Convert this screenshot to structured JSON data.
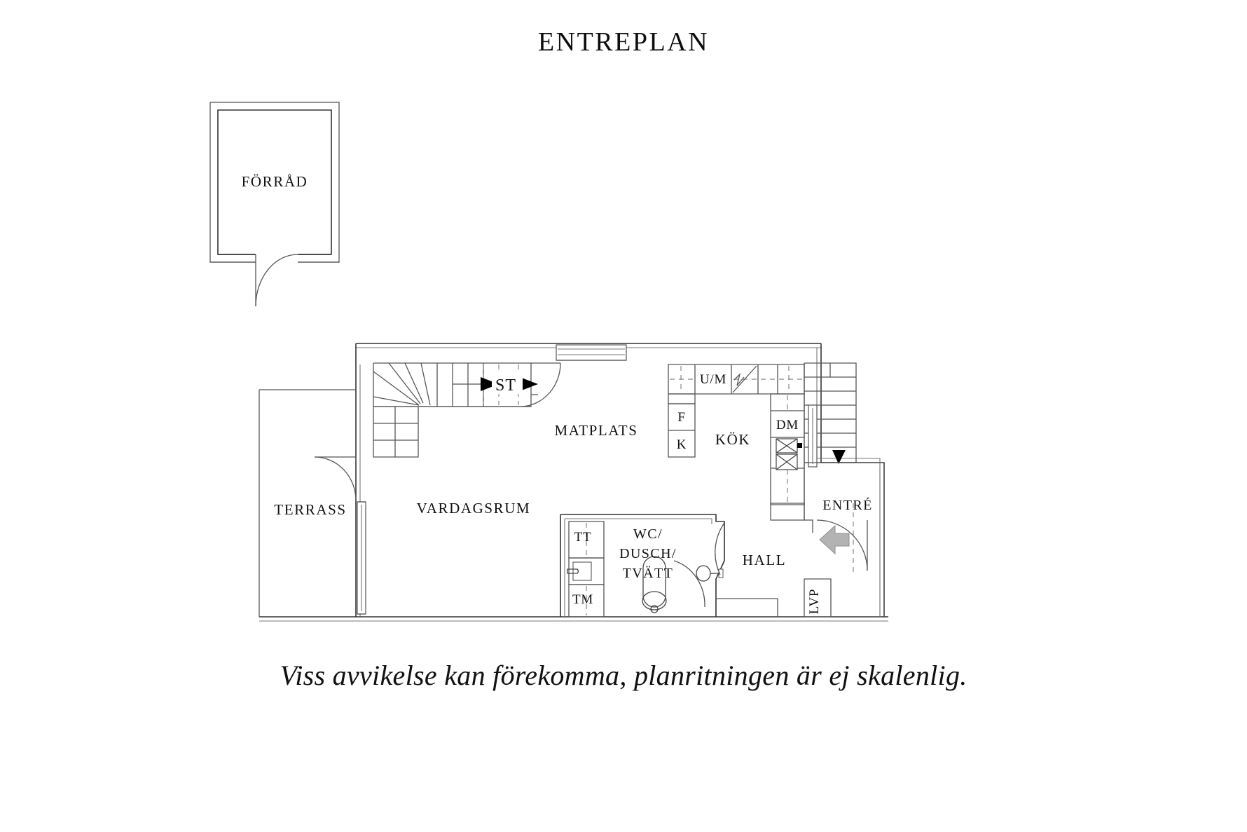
{
  "title": "ENTREPLAN",
  "caption": "Viss avvikelse kan förekomma, planritningen är ej skalenlig.",
  "storage": {
    "label": "FÖRRÅD"
  },
  "rooms": {
    "terrass": "TERRASS",
    "vardagsrum": "VARDAGSRUM",
    "matplats": "MATPLATS",
    "kok": "KÖK",
    "hall": "HALL",
    "entre": "ENTRÉ",
    "wc": [
      "WC/",
      "DUSCH/",
      "TVÄTT"
    ]
  },
  "markers": {
    "stair_up": "ST",
    "lvp": "LVP"
  },
  "appliances": {
    "fridge": "F",
    "freezer": "K",
    "oven_micro": "U/M",
    "dishwasher": "DM",
    "tumble_dryer": "TT",
    "washing_machine": "TM"
  },
  "colors": {
    "ink": "#111111",
    "wall": "#333333",
    "hairline": "#777777",
    "entry_arrow": "#b3b3b3",
    "background": "#ffffff"
  }
}
